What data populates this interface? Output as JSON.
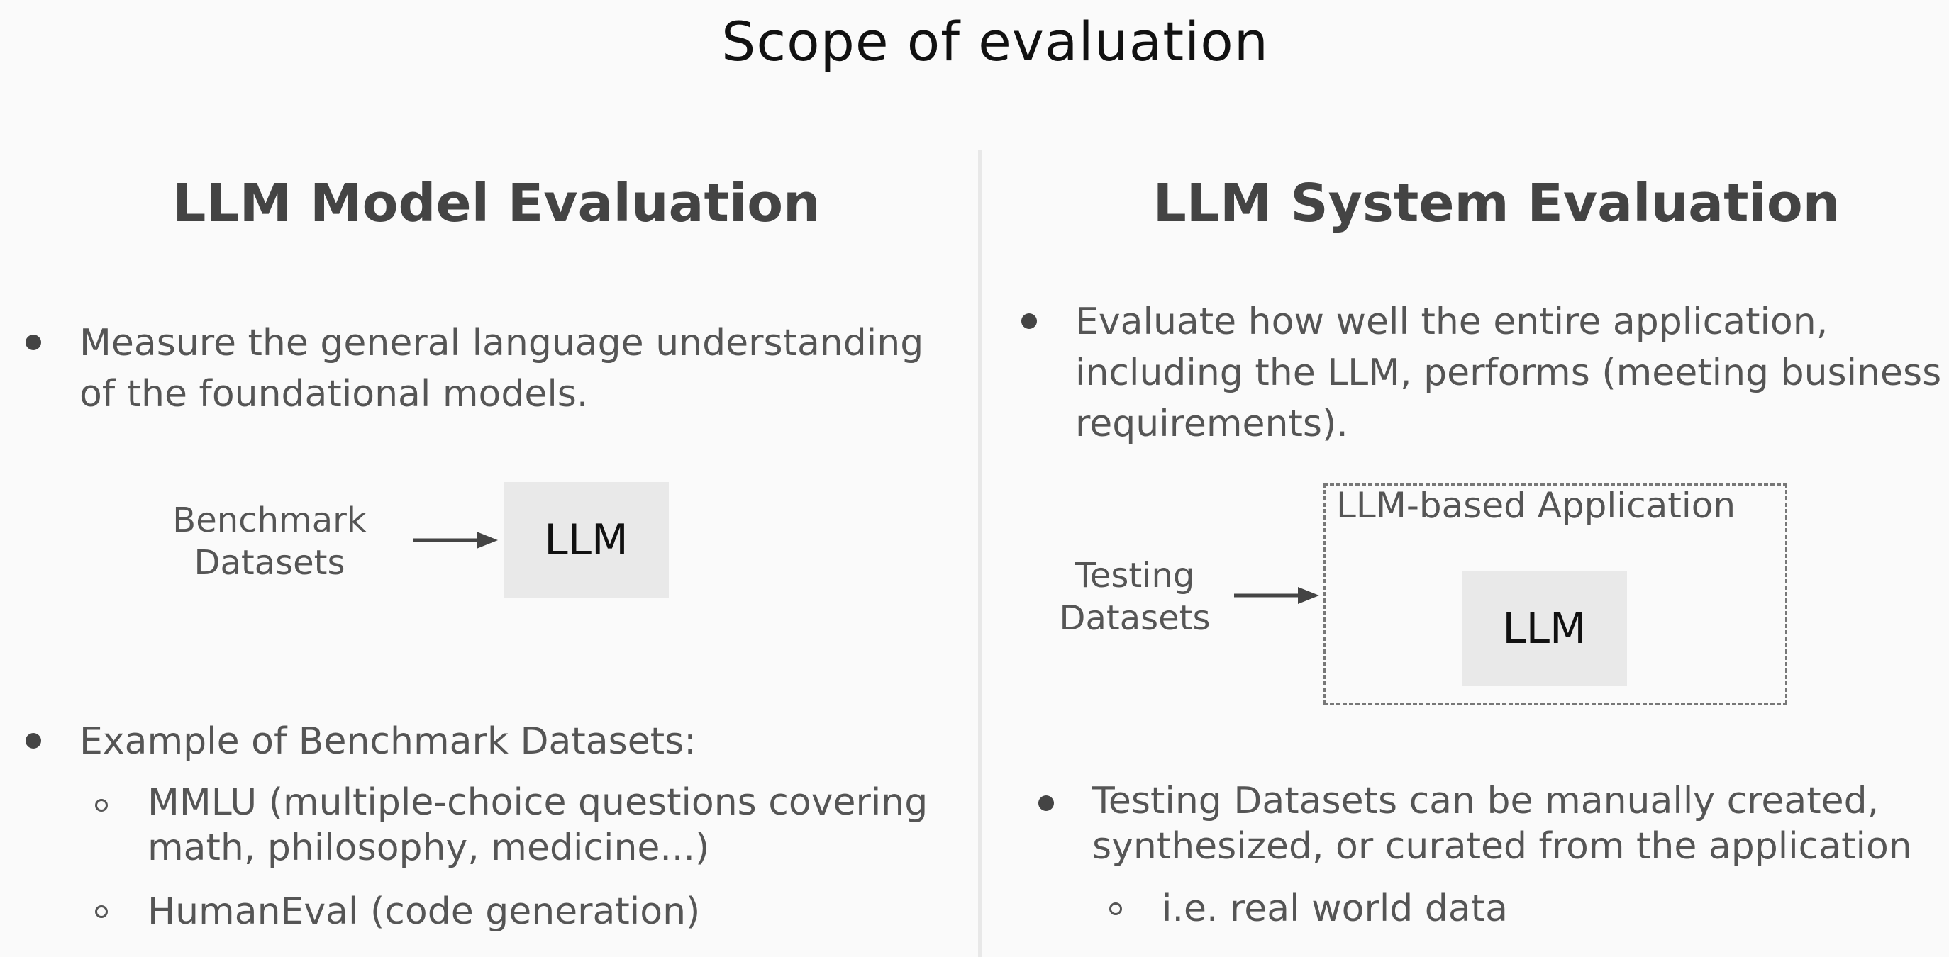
{
  "slide": {
    "title": "Scope of evaluation"
  },
  "left": {
    "heading": "LLM Model Evaluation",
    "bullet1": {
      "line1": "Measure the general language understanding",
      "line2": "of the foundational models."
    },
    "diagram": {
      "input_line1": "Benchmark",
      "input_line2": "Datasets",
      "box_label": "LLM"
    },
    "bullet2": {
      "text": "Example of Benchmark Datasets:",
      "sub": [
        {
          "line1": "MMLU (multiple-choice questions covering",
          "line2": "math, philosophy, medicine...)"
        },
        {
          "line1": "HumanEval (code generation)",
          "line2": ""
        }
      ]
    }
  },
  "right": {
    "heading": "LLM System Evaluation",
    "bullet1": {
      "line1": "Evaluate how well the entire application,",
      "line2": "including the LLM, performs (meeting business",
      "line3": "requirements)."
    },
    "diagram": {
      "input_line1": "Testing",
      "input_line2": "Datasets",
      "frame_label": "LLM-based Application",
      "box_label": "LLM"
    },
    "bullet2": {
      "line1": "Testing Datasets can be manually created,",
      "line2": "synthesized, or curated from the application",
      "sub": [
        {
          "line1": "i.e. real world data"
        }
      ]
    }
  }
}
